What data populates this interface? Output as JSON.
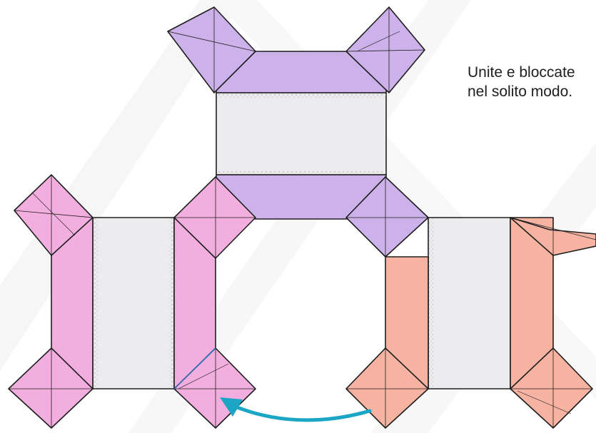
{
  "caption": {
    "line1": "Unite e bloccate",
    "line2": "nel solito modo."
  },
  "colors": {
    "purple": "#cdb1ea",
    "pink": "#f3aee0",
    "salmon": "#f6b3a2",
    "panel": "#ececee",
    "arrow": "#1aa6c4",
    "fold_line": "#2f6fb0",
    "outline": "#1e1e1e"
  },
  "units": [
    {
      "name": "purple-unit",
      "color": "purple",
      "orientation": "horizontal"
    },
    {
      "name": "pink-unit",
      "color": "pink",
      "orientation": "vertical"
    },
    {
      "name": "salmon-unit",
      "color": "salmon",
      "orientation": "vertical"
    }
  ],
  "arrow": {
    "direction": "right-to-left",
    "icon": "curved-arrow-icon"
  }
}
